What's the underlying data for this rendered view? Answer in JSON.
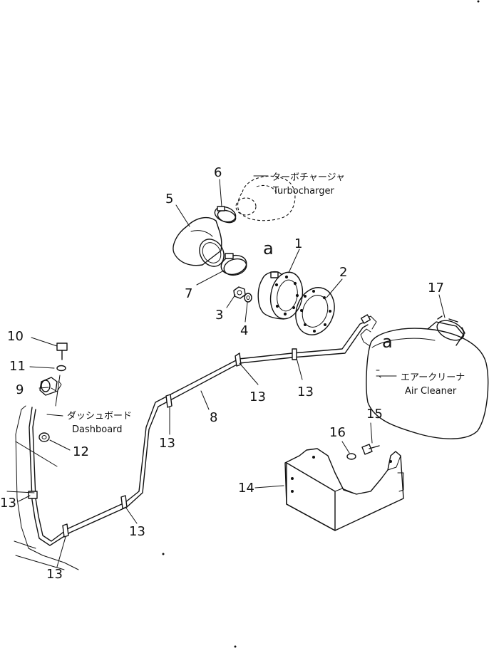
{
  "labels": {
    "turbo_jp": "ターボチャージャ",
    "turbo_en": "Turbocharger",
    "cleaner_jp": "エアークリーナ",
    "cleaner_en": "Air Cleaner",
    "dash_jp": "ダッシュボード",
    "dash_en": "Dashboard",
    "ref_a1": "a",
    "ref_a2": "a"
  },
  "callouts": {
    "c1": "1",
    "c2": "2",
    "c3": "3",
    "c4": "4",
    "c5": "5",
    "c6": "6",
    "c7": "7",
    "c8": "8",
    "c9": "9",
    "c10": "10",
    "c11": "11",
    "c12": "12",
    "c13a": "13",
    "c13b": "13",
    "c13c": "13",
    "c13d": "13",
    "c13e": "13",
    "c13f": "13",
    "c14": "14",
    "c15": "15",
    "c16": "16",
    "c17": "17"
  }
}
